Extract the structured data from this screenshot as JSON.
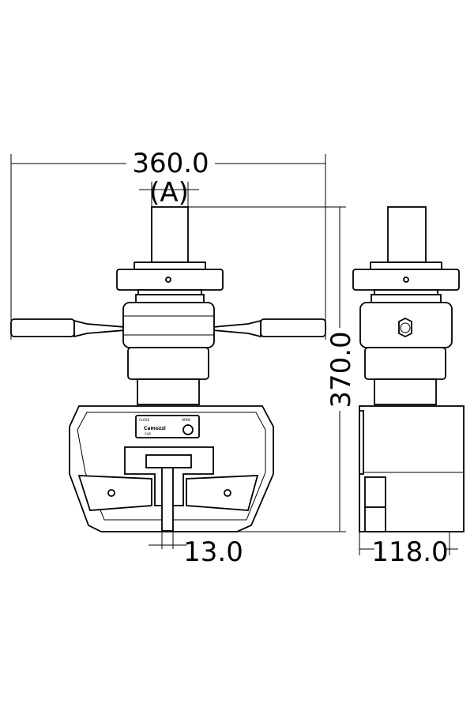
{
  "dimensions": {
    "width": "360.0",
    "shaft_ref": "(A)",
    "height": "370.0",
    "gap": "13.0",
    "depth": "118.0"
  },
  "nameplate": {
    "close_label": "CLOSE",
    "open_label": "OPEN",
    "brand": "Camozzi",
    "cap_label": "CAP."
  }
}
